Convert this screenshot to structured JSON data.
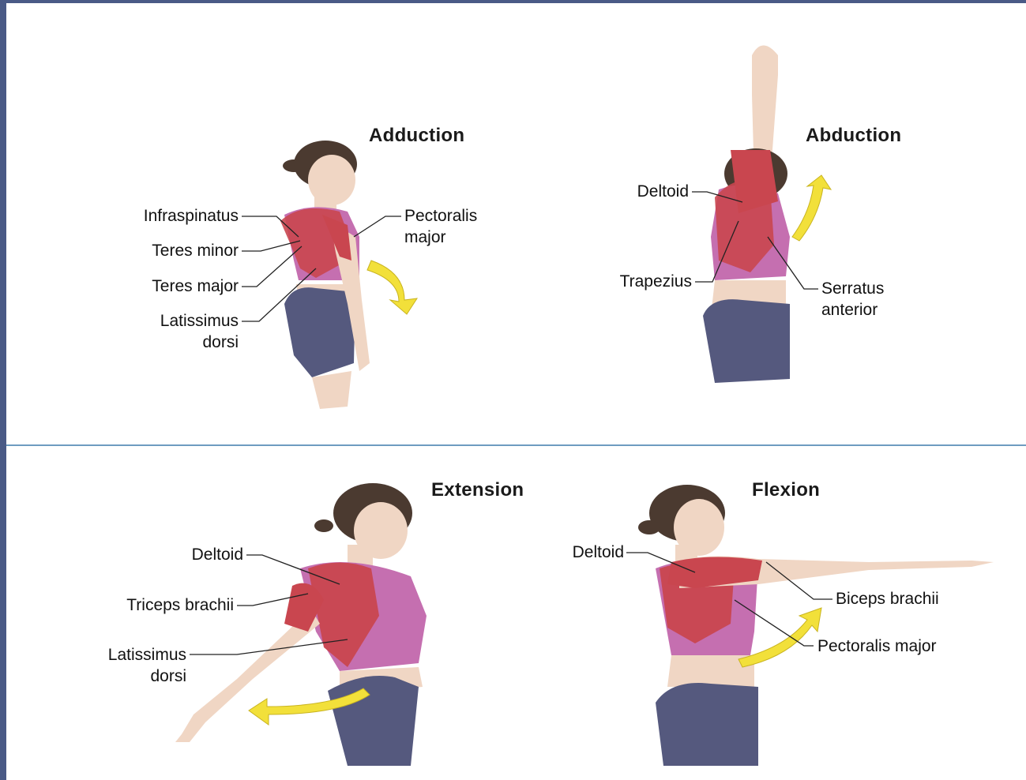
{
  "panels": {
    "adduction": {
      "title": "Adduction",
      "labels": {
        "infraspinatus": "Infraspinatus",
        "teres_minor": "Teres minor",
        "teres_major": "Teres major",
        "latissimus_1": "Latissimus",
        "latissimus_2": "dorsi",
        "pectoralis_1": "Pectoralis",
        "pectoralis_2": "major"
      }
    },
    "abduction": {
      "title": "Abduction",
      "labels": {
        "deltoid": "Deltoid",
        "trapezius": "Trapezius",
        "serratus_1": "Serratus",
        "serratus_2": "anterior"
      }
    },
    "extension": {
      "title": "Extension",
      "labels": {
        "deltoid": "Deltoid",
        "triceps": "Triceps brachii",
        "latissimus_1": "Latissimus",
        "latissimus_2": "dorsi"
      }
    },
    "flexion": {
      "title": "Flexion",
      "labels": {
        "deltoid": "Deltoid",
        "biceps": "Biceps brachii",
        "pectoralis": "Pectoralis major"
      }
    }
  },
  "colors": {
    "frame": "#4a5a86",
    "divider": "#6e9cc0",
    "skin": "#f0d6c4",
    "muscle": "#c9464f",
    "top": "#c56fb0",
    "shorts": "#55597e",
    "hair": "#4b3a30",
    "arrow": "#f2e03a"
  }
}
